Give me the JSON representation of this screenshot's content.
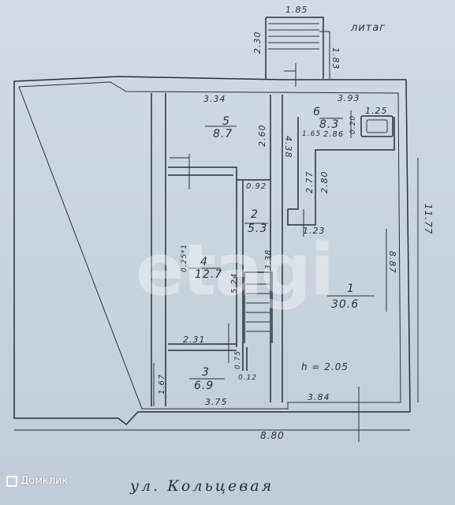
{
  "rooms": [
    {
      "id": "1",
      "area": "30.6"
    },
    {
      "id": "2",
      "area": "5.3"
    },
    {
      "id": "3",
      "area": "6.9"
    },
    {
      "id": "4",
      "area": "12.7"
    },
    {
      "id": "5",
      "area": "8.7"
    },
    {
      "id": "6",
      "area": "8.3"
    }
  ],
  "dimensions": {
    "d185": "1.85",
    "d230": "2.30",
    "d183": "1.83",
    "d334": "3.34",
    "d393": "3.93",
    "d125": "1.25",
    "d165": "1.65",
    "d286": "2.86",
    "d020": "0.20",
    "d260": "2.60",
    "d438": "4.38",
    "d277": "2.77",
    "d280": "2.80",
    "d092": "0.92",
    "d123": "1.23",
    "d1177": "11.77",
    "d887": "8.87",
    "d257": "0.25*1",
    "d524": "5.24",
    "d338": "3.38",
    "d231": "2.31",
    "d075": "0.75",
    "d167": "1.67",
    "d012": "0.12",
    "d375": "3.75",
    "d384": "3.84",
    "d880": "8.80",
    "height": "h = 2.05"
  },
  "annotation_top": "литаг",
  "watermark": "etagi",
  "brand": "Домклик",
  "street": "ул. Кольцевая"
}
